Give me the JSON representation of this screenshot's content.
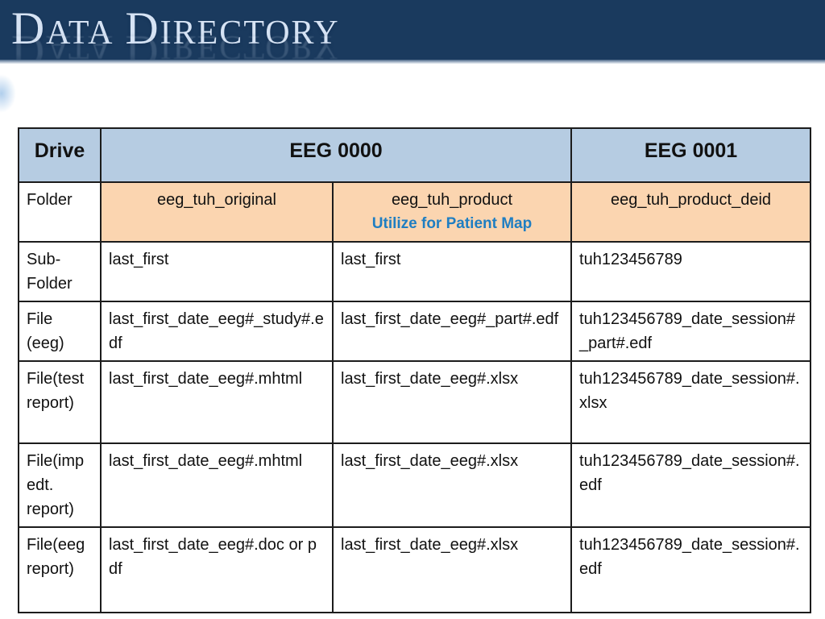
{
  "slide": {
    "title": "Data directory",
    "title_parts": {
      "cap1": "D",
      "small1": "ATA",
      "cap2": "D",
      "small2": "IRECTORY"
    }
  },
  "table": {
    "header": {
      "drive": "Drive",
      "eeg0000": "EEG 0000",
      "eeg0001": "EEG 0001"
    },
    "folder_row": {
      "label": "Folder",
      "eeg0000_original": "eeg_tuh_original",
      "eeg0000_product": "eeg_tuh_product",
      "eeg0000_product_note": "Utilize for Patient Map",
      "eeg0001": "eeg_tuh_product_deid"
    },
    "rows": [
      {
        "label": "Sub-Folder",
        "eeg0000_original": "last_first",
        "eeg0000_product": "last_first",
        "eeg0001": "tuh123456789"
      },
      {
        "label": "File (eeg)",
        "eeg0000_original": "last_first_date_eeg#_study#.edf",
        "eeg0000_product": "last_first_date_eeg#_part#.edf",
        "eeg0001": "tuh123456789_date_session#_part#.edf"
      },
      {
        "label": "File(test report)",
        "eeg0000_original": "last_first_date_eeg#.mhtml",
        "eeg0000_product": "last_first_date_eeg#.xlsx",
        "eeg0001": "tuh123456789_date_session#.xlsx"
      },
      {
        "label": "File(impedt. report)",
        "eeg0000_original": "last_first_date_eeg#.mhtml",
        "eeg0000_product": "last_first_date_eeg#.xlsx",
        "eeg0001": "tuh123456789_date_session#.edf"
      },
      {
        "label": "File(eeg report)",
        "eeg0000_original": "last_first_date_eeg#.doc or pdf",
        "eeg0000_product": "last_first_date_eeg#.xlsx",
        "eeg0001": "tuh123456789_date_session#.edf"
      }
    ]
  },
  "colors": {
    "banner_bg": "#1a3a5e",
    "banner_title_text": "#d6e3f4",
    "table_header_bg": "#b6cce2",
    "folder_row_bg": "#fbd5b0",
    "note_text": "#1f7ec2",
    "table_border": "#1c1c1c"
  }
}
